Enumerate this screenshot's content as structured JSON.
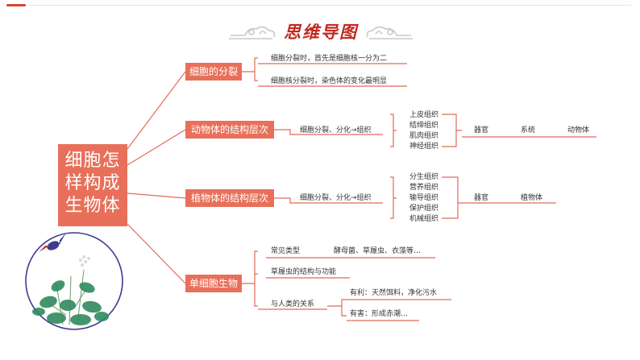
{
  "title": "思维导图",
  "root": {
    "line1": "细胞怎",
    "line2": "样构成",
    "line3": "生物体"
  },
  "division": {
    "label": "细胞的分裂",
    "items": [
      "细胞分裂时，首先是细胞核一分为二",
      "细胞核分裂时，染色体的变化最明显"
    ]
  },
  "animal": {
    "label": "动物体的结构层次",
    "step": "细胞分裂、分化→组织",
    "tissues": [
      "上皮组织",
      "结缔组织",
      "肌肉组织",
      "神经组织"
    ],
    "organ": "器官",
    "system": "系统",
    "body": "动物体"
  },
  "plant": {
    "label": "植物体的结构层次",
    "step": "细胞分裂、分化→组织",
    "tissues": [
      "分生组织",
      "营养组织",
      "输导组织",
      "保护组织",
      "机械组织"
    ],
    "organ": "器官",
    "body": "植物体"
  },
  "unicellular": {
    "label": "单细胞生物",
    "common_types": "常见类型",
    "common_examples": "酵母菌、草履虫、衣藻等…",
    "paramecium": "草履虫的结构与功能",
    "relation": "与人类的关系",
    "benefit": "有利：天然饵料，净化污水",
    "harm": "有害：形成赤潮…"
  },
  "colors": {
    "accent": "#e8705a",
    "title": "#c4291f",
    "line": "#e06b56"
  }
}
